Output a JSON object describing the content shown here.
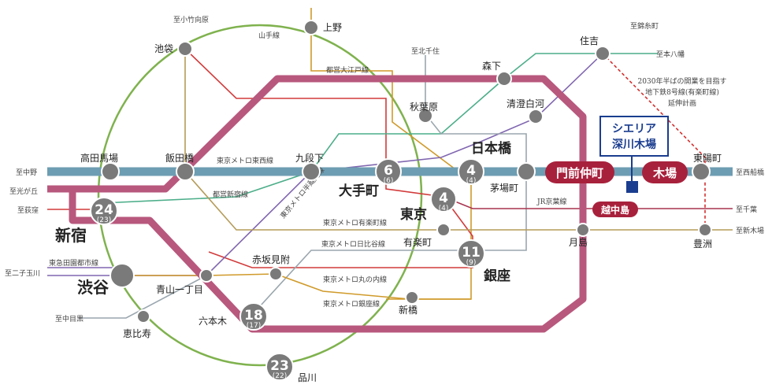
{
  "colors": {
    "tozai": "#6d9db2",
    "oedo": "#b8587d",
    "yamanote": "#7fb24e",
    "hanzomon": "#8066b0",
    "shinjuku": "#4cae8a",
    "marunouchi": "#d23a3a",
    "ginza": "#d09a2a",
    "hibiya": "#9aa6ae",
    "yurakucho": "#b59b58",
    "keiyo": "#a8334f",
    "plan8": "#d32f2f",
    "station": "#7a7a7a",
    "highlight": "#a8213c",
    "site": "#1a3d8f"
  },
  "directions": {
    "komagome": "至小竹向原",
    "kitasenju": "至北千住",
    "kinshicho": "至錦糸町",
    "motoyawata": "至本八幡",
    "nakano": "至中野",
    "hikarigaoka": "至光が丘",
    "ogikubo": "至荻窪",
    "futakotamagawa": "至二子玉川",
    "nakameguro": "至中目黒",
    "nishifunabashi": "至西船橋",
    "chiba": "至千葉",
    "shinkiba": "至新木場"
  },
  "lines": {
    "yamanote": "山手線",
    "oedo": "都営大江戸線",
    "tozai": "東京メトロ東西線",
    "shinjuku": "都営新宿線",
    "hanzomon": "東京メトロ半蔵門線",
    "yurakucho": "東京メトロ有楽町線",
    "hibiya": "東京メトロ日比谷線",
    "marunouchi": "東京メトロ丸の内線",
    "ginza": "東京メトロ銀座線",
    "keiyo": "JR京葉線",
    "toyoko": "東急田園都市線"
  },
  "stations": {
    "ueno": "上野",
    "ikebukuro": "池袋",
    "sumiyoshi": "住吉",
    "morishita": "森下",
    "akihabara": "秋葉原",
    "kiyosumi": "清澄白河",
    "takadanobaba": "高田馬場",
    "iidabashi": "飯田橋",
    "kudanshita": "九段下",
    "otemachi": "大手町",
    "nihonbashi": "日本橋",
    "kayabacho": "茅場町",
    "monzen": "門前仲町",
    "kiba": "木場",
    "toyocho": "東陽町",
    "tokyo": "東京",
    "yurakucho": "有楽町",
    "shinjuku": "新宿",
    "shibuya": "渋谷",
    "akasakamitsuke": "赤坂見附",
    "aoyama": "青山一丁目",
    "ginza": "銀座",
    "shinbashi": "新橋",
    "roppongi": "六本木",
    "ebisu": "恵比寿",
    "shinagawa": "品川",
    "etchujima": "越中島",
    "tsukishima": "月島",
    "toyosu": "豊洲"
  },
  "times": {
    "otemachi": {
      "main": "6",
      "sub": "(6)"
    },
    "nihonbashi": {
      "main": "4",
      "sub": "(4)"
    },
    "tokyo": {
      "main": "4",
      "sub": "(4)"
    },
    "ginza": {
      "main": "11",
      "sub": "(9)"
    },
    "shinjuku": {
      "main": "24",
      "sub": "(23)"
    },
    "roppongi": {
      "main": "18",
      "sub": "(17)"
    },
    "shinagawa": {
      "main": "23",
      "sub": "(22)"
    }
  },
  "property": {
    "line1": "シエリア",
    "line2": "深川木場"
  },
  "plan_note": {
    "line1": "2030年半ばの開業を目指す",
    "line2": "地下鉄8号線(有楽町線)",
    "line3": "延伸計画"
  }
}
